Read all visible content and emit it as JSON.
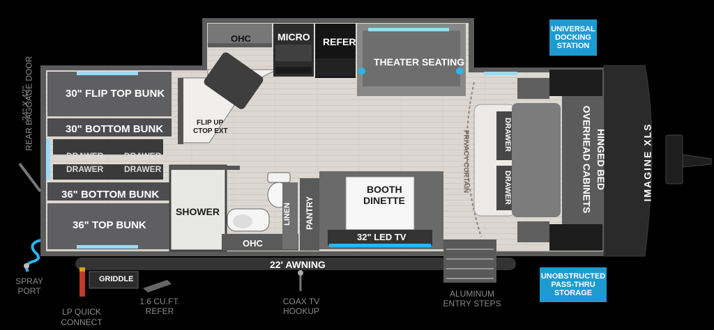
{
  "floorplan": {
    "brand_logo": "IMAGINE XLS",
    "rooms": {
      "ohc_top": "OHC",
      "micro": "MICRO",
      "refer": "REFER",
      "theater_seating": "THEATER SEATING",
      "flip_top_bunk": "30\" FLIP TOP BUNK",
      "bottom_bunk_30": "30\" BOTTOM BUNK",
      "drawer_1": "DRAWER",
      "drawer_2": "DRAWER",
      "drawer_3": "DRAWER",
      "drawer_4": "DRAWER",
      "bottom_bunk_36": "36\" BOTTOM BUNK",
      "top_bunk_36": "36\" TOP BUNK",
      "flip_up_ext_line1": "FLIP UP",
      "flip_up_ext_line2": "CTOP EXT",
      "shower": "SHOWER",
      "ohc_bath": "OHC",
      "linen": "LINEN",
      "pantry": "PANTRY",
      "booth_dinette_line1": "BOOTH",
      "booth_dinette_line2": "DINETTE",
      "led_tv": "32\" LED TV",
      "privacy_curtain": "PRIVACY CURTAIN",
      "drawer_bed_1": "DRAWER",
      "drawer_bed_2": "DRAWER",
      "overhead_cabinets": "OVERHEAD CABINETS",
      "hinged_bed": "HINGED BED"
    },
    "exterior": {
      "rear_baggage_door_line1": "24\" X 42\"",
      "rear_baggage_door_line2": "REAR BAGGAGE DOOR",
      "awning": "22' AWNING",
      "griddle": "GRIDDLE",
      "spray_port_line1": "SPRAY",
      "spray_port_line2": "PORT",
      "lp_quick_line1": "LP QUICK",
      "lp_quick_line2": "CONNECT",
      "refer_ext_line1": "1.6 CU.FT.",
      "refer_ext_line2": "REFER",
      "coax_line1": "COAX TV",
      "coax_line2": "HOOKUP",
      "steps_line1": "ALUMINUM",
      "steps_line2": "ENTRY STEPS"
    },
    "callouts": {
      "docking_line1": "UNIVERSAL",
      "docking_line2": "DOCKING",
      "docking_line3": "STATION",
      "passthru_line1": "UNOBSTRUCTED",
      "passthru_line2": "PASS-THRU",
      "passthru_line3": "STORAGE"
    },
    "colors": {
      "background": "#000000",
      "floor": "#d9d6d0",
      "walls": "#6e6e6e",
      "callout_blue": "#1d9bd1",
      "accent_blue": "#3cc0f0"
    }
  }
}
